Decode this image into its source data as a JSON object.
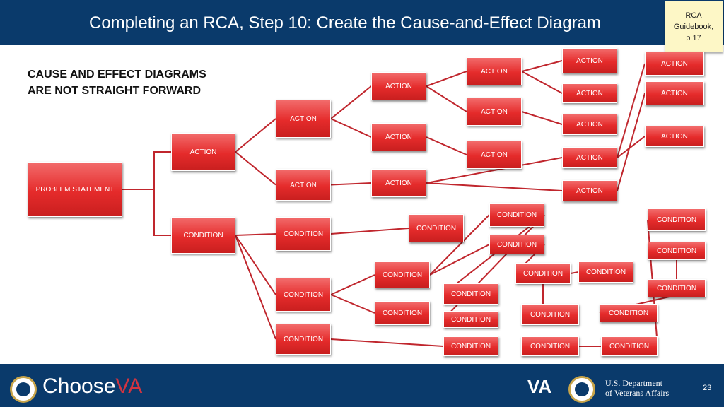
{
  "header": {
    "title": "Completing an RCA, Step 10: Create the Cause-and-Effect Diagram"
  },
  "sticky_note": {
    "line1": "RCA",
    "line2": "Guidebook,",
    "line3": "p 17"
  },
  "subtitle": {
    "line1": "CAUSE AND EFFECT DIAGRAMS",
    "line2": "ARE NOT STRAIGHT FORWARD"
  },
  "diagram": {
    "nodes": [
      {
        "id": "problem",
        "label": "PROBLEM STATEMENT"
      },
      {
        "id": "a1",
        "label": "ACTION"
      },
      {
        "id": "a2",
        "label": "ACTION"
      },
      {
        "id": "a3",
        "label": "ACTION"
      },
      {
        "id": "a4",
        "label": "ACTION"
      },
      {
        "id": "a5",
        "label": "ACTION"
      },
      {
        "id": "a6",
        "label": "ACTION"
      },
      {
        "id": "a7",
        "label": "ACTION"
      },
      {
        "id": "a8",
        "label": "ACTION"
      },
      {
        "id": "a9",
        "label": "ACTION"
      },
      {
        "id": "a10",
        "label": "ACTION"
      },
      {
        "id": "a11",
        "label": "ACTION"
      },
      {
        "id": "a12",
        "label": "ACTION"
      },
      {
        "id": "a13",
        "label": "ACTION"
      },
      {
        "id": "a14",
        "label": "ACTION"
      },
      {
        "id": "a15",
        "label": "ACTION"
      },
      {
        "id": "a16",
        "label": "ACTION"
      },
      {
        "id": "a17",
        "label": "ACTION"
      },
      {
        "id": "a18",
        "label": "ACTION"
      },
      {
        "id": "a19",
        "label": "ACTION"
      },
      {
        "id": "c1",
        "label": "CONDITION"
      },
      {
        "id": "c2",
        "label": "CONDITION"
      },
      {
        "id": "c3",
        "label": "CONDITION"
      },
      {
        "id": "c4",
        "label": "CONDITION"
      },
      {
        "id": "c5",
        "label": "CONDITION"
      },
      {
        "id": "c6",
        "label": "CONDITION"
      },
      {
        "id": "c7",
        "label": "CONDITION"
      },
      {
        "id": "c8",
        "label": "CONDITION"
      },
      {
        "id": "c9",
        "label": "CONDITION"
      },
      {
        "id": "c10",
        "label": "CONDITION"
      },
      {
        "id": "c11",
        "label": "CONDITION"
      },
      {
        "id": "c12",
        "label": "CONDITION"
      },
      {
        "id": "c13",
        "label": "CONDITION"
      },
      {
        "id": "c14",
        "label": "CONDITION"
      },
      {
        "id": "c15",
        "label": "CONDITION"
      },
      {
        "id": "c16",
        "label": "CONDITION"
      },
      {
        "id": "c17",
        "label": "CONDITION"
      },
      {
        "id": "c18",
        "label": "CONDITION"
      },
      {
        "id": "c19",
        "label": "CONDITION"
      },
      {
        "id": "c20",
        "label": "CONDITION"
      },
      {
        "id": "c21",
        "label": "CONDITION"
      }
    ],
    "edges": [
      [
        "problem",
        "a1"
      ],
      [
        "problem",
        "c1"
      ],
      [
        "a1",
        "a2"
      ],
      [
        "a1",
        "a3"
      ],
      [
        "a2",
        "a4"
      ],
      [
        "a2",
        "a5"
      ],
      [
        "a3",
        "a6"
      ],
      [
        "a4",
        "a9"
      ],
      [
        "a4",
        "a10"
      ],
      [
        "a5",
        "a11"
      ],
      [
        "a6",
        "a12"
      ],
      [
        "a6",
        "a13"
      ],
      [
        "a9",
        "a14"
      ],
      [
        "a9",
        "a15"
      ],
      [
        "a10",
        "a16"
      ],
      [
        "a12",
        "a17"
      ],
      [
        "a13",
        "a18"
      ],
      [
        "a12",
        "a19"
      ],
      [
        "c1",
        "c2"
      ],
      [
        "c1",
        "c3"
      ],
      [
        "c1",
        "c4"
      ],
      [
        "c2",
        "c5"
      ],
      [
        "c3",
        "c6"
      ],
      [
        "c3",
        "c7"
      ],
      [
        "c6",
        "c8"
      ],
      [
        "c6",
        "c9"
      ],
      [
        "c8",
        "c10"
      ],
      [
        "c8",
        "c11"
      ],
      [
        "c9",
        "c12"
      ],
      [
        "c12",
        "c13"
      ],
      [
        "c12",
        "c14"
      ],
      [
        "c4",
        "c15"
      ],
      [
        "c16",
        "c17"
      ],
      [
        "c17",
        "c18"
      ],
      [
        "c19",
        "c20"
      ],
      [
        "c20",
        "c21"
      ]
    ],
    "colors": {
      "box": "#e52b2b",
      "line": "#c0262d"
    }
  },
  "footer": {
    "brand_left": "Choose",
    "brand_right": "VA",
    "va_logo": "VA",
    "dept_line1": "U.S. Department",
    "dept_line2": "of Veterans Affairs",
    "page_number": "23",
    "seal_icon": "va-seal-icon"
  }
}
